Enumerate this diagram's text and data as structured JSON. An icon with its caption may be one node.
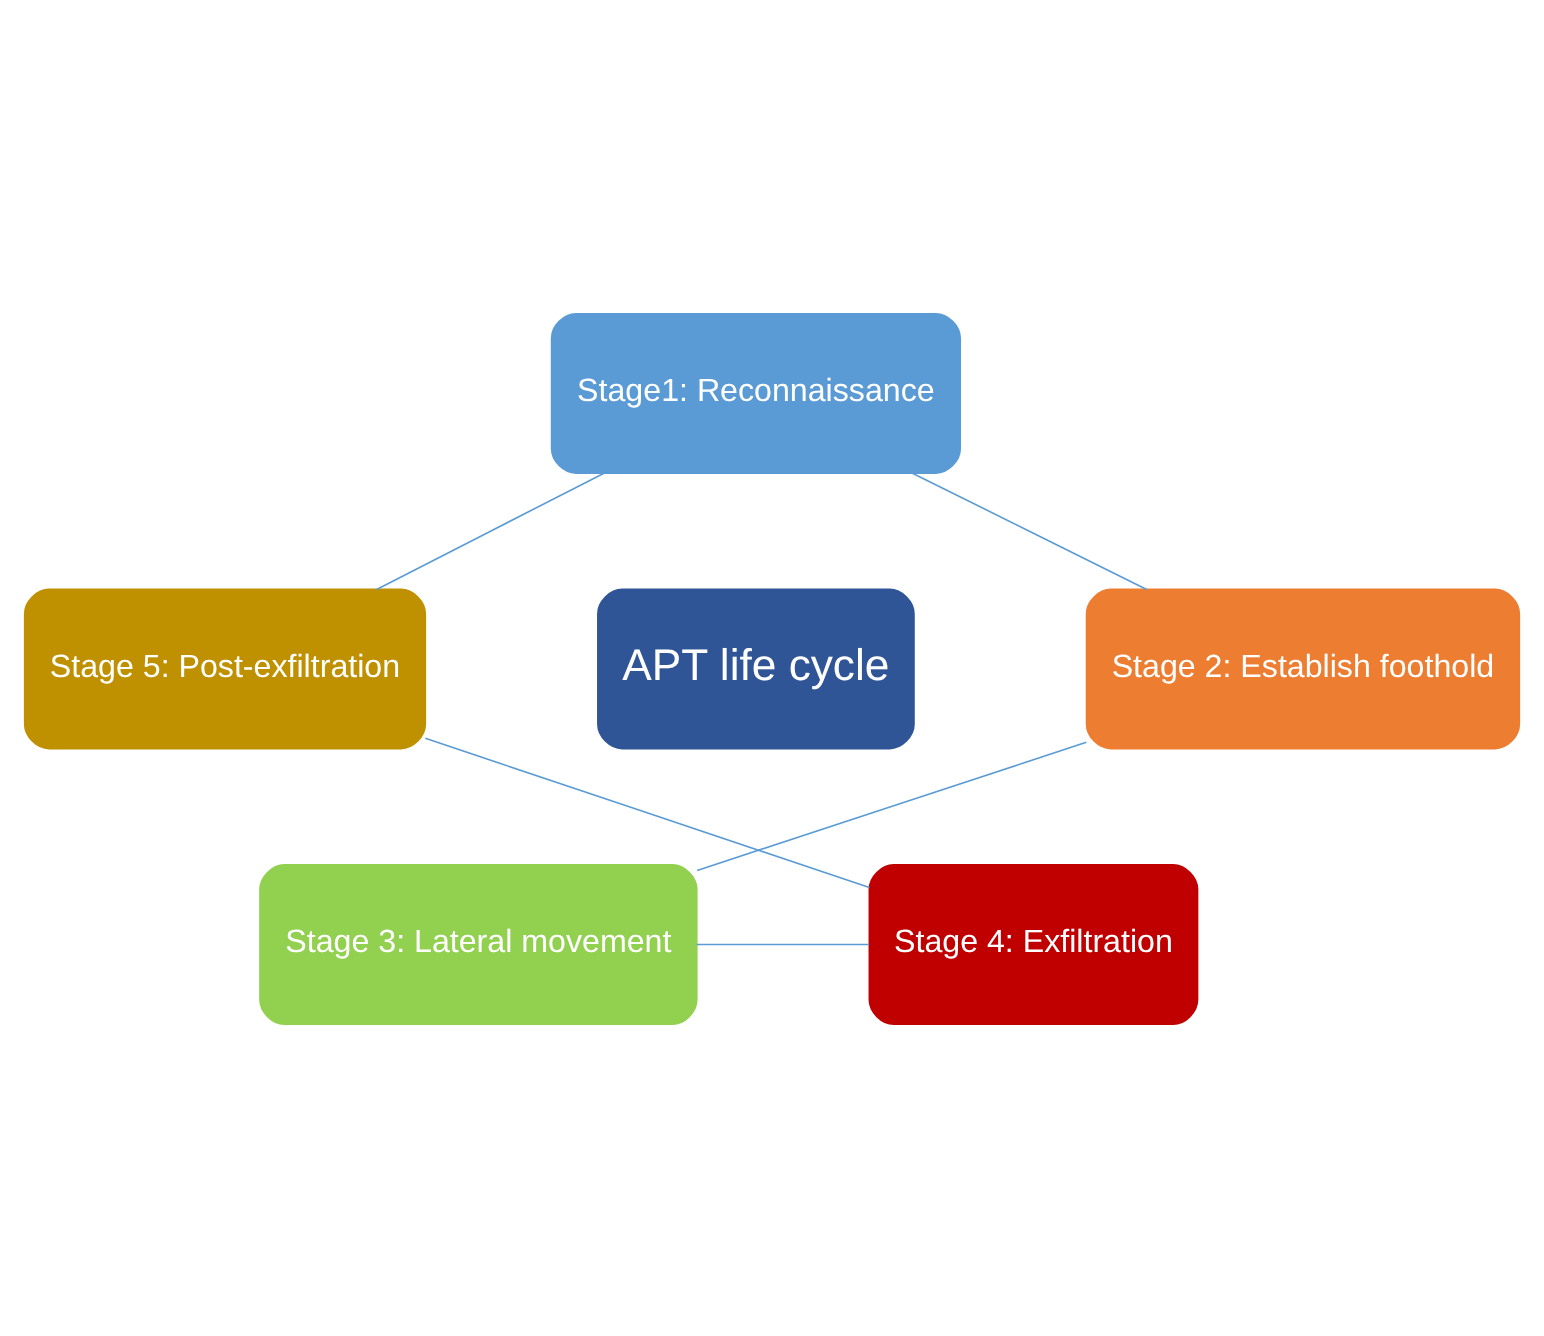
{
  "diagram": {
    "nodes": [
      {
        "text": [
          "Stage1: Reconnaissance"
        ]
      },
      {
        "text": [
          "Stage 2: Establish foothold"
        ]
      },
      {
        "text": [
          "Stage 3: Lateral movement"
        ]
      },
      {
        "text": [
          "Stage 4: Exfiltration"
        ]
      },
      {
        "text": [
          "Stage 5: Post-exfiltration"
        ]
      },
      {
        "text": [
          "APT life cycle"
        ]
      }
    ],
    "edges": [
      {
        "from": 0,
        "to": 1,
        "arrow": "none"
      },
      {
        "from": 1,
        "to": 2,
        "arrow": "none"
      },
      {
        "from": 2,
        "to": 3,
        "arrow": "none"
      },
      {
        "from": 3,
        "to": 4,
        "arrow": "none"
      },
      {
        "from": 4,
        "to": 0,
        "arrow": "none"
      }
    ]
  }
}
